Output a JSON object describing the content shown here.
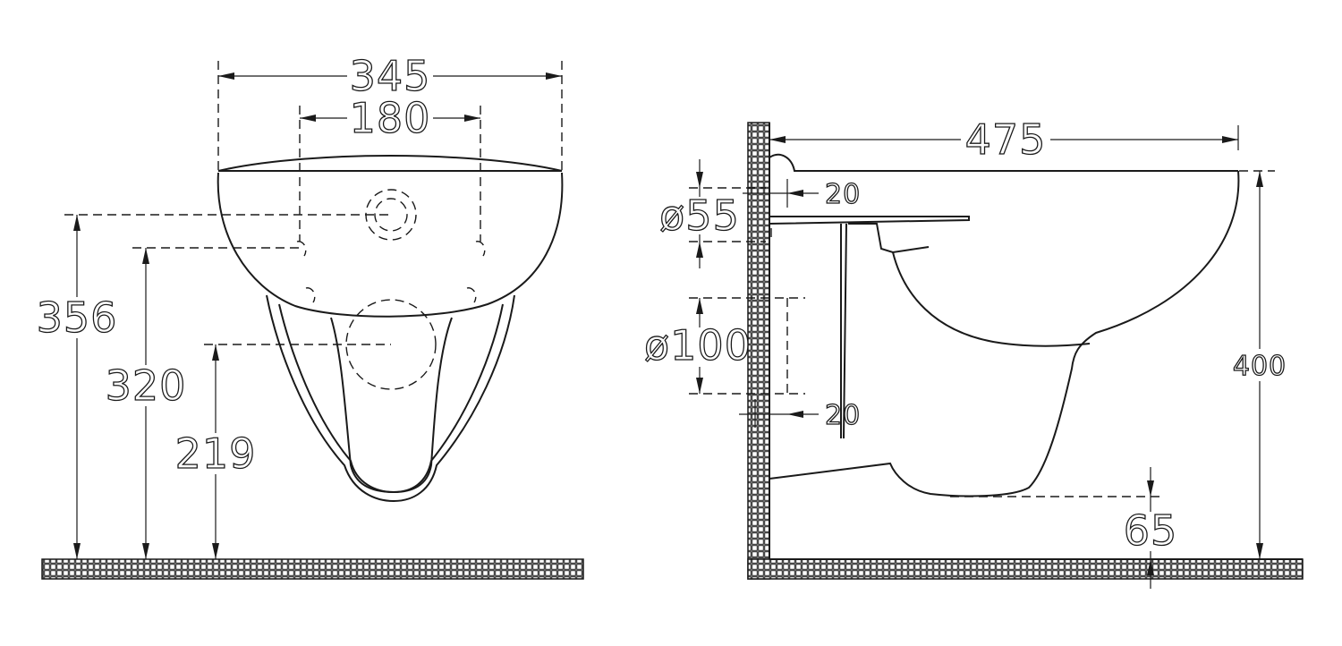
{
  "labels": {
    "front_width": "345",
    "front_fixing_spacing": "180",
    "front_height_top": "356",
    "front_height_fixing": "320",
    "front_height_outlet": "219",
    "side_depth": "475",
    "side_wall_offset_top": "20",
    "side_inlet_diameter": "ø55",
    "side_outlet_diameter": "ø100",
    "side_wall_offset_bottom": "20",
    "side_height": "400",
    "side_bowl_clearance": "65"
  },
  "colors": {
    "line": "#1a1a1a",
    "background": "#ffffff"
  }
}
